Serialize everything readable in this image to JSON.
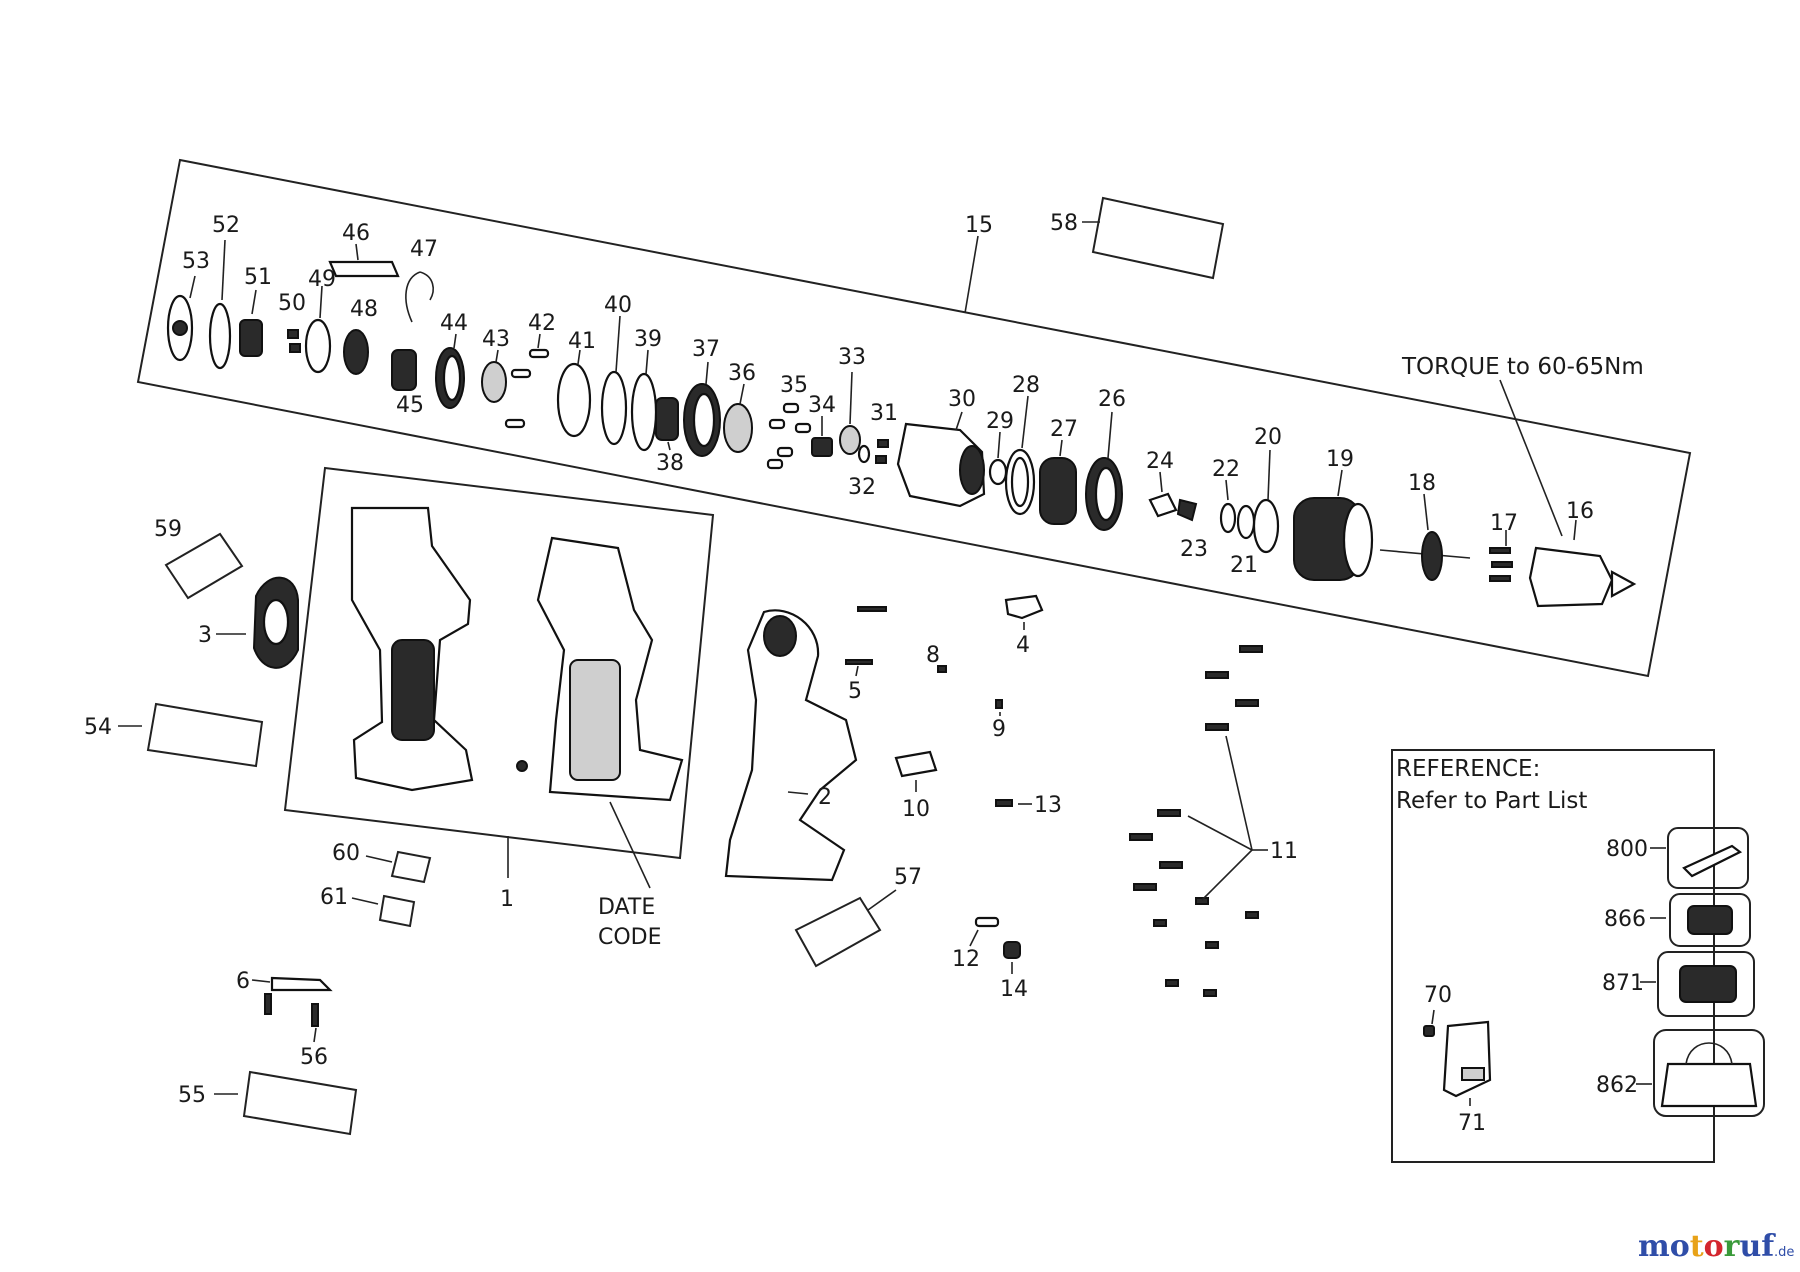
{
  "diagram": {
    "torque_note": "TORQUE to 60-65Nm",
    "date_code_line1": "DATE",
    "date_code_line2": "CODE",
    "reference_title": "REFERENCE:",
    "reference_subtitle": "Refer to Part List",
    "labels": {
      "p1": "1",
      "p2": "2",
      "p3": "3",
      "p4": "4",
      "p5": "5",
      "p6": "6",
      "p8": "8",
      "p9": "9",
      "p10": "10",
      "p11": "11",
      "p12": "12",
      "p13": "13",
      "p14": "14",
      "p15": "15",
      "p16": "16",
      "p17": "17",
      "p18": "18",
      "p19": "19",
      "p20": "20",
      "p21": "21",
      "p22": "22",
      "p23": "23",
      "p24": "24",
      "p26": "26",
      "p27": "27",
      "p28": "28",
      "p29": "29",
      "p30": "30",
      "p31": "31",
      "p32": "32",
      "p33": "33",
      "p34": "34",
      "p35": "35",
      "p36": "36",
      "p37": "37",
      "p38": "38",
      "p39": "39",
      "p40": "40",
      "p41": "41",
      "p42": "42",
      "p43": "43",
      "p44": "44",
      "p45": "45",
      "p46": "46",
      "p47": "47",
      "p48": "48",
      "p49": "49",
      "p50": "50",
      "p51": "51",
      "p52": "52",
      "p53": "53",
      "p54": "54",
      "p55": "55",
      "p56": "56",
      "p57": "57",
      "p58": "58",
      "p59": "59",
      "p60": "60",
      "p61": "61",
      "p70": "70",
      "p71": "71",
      "p800": "800",
      "p862": "862",
      "p866": "866",
      "p871": "871"
    }
  },
  "watermark": {
    "text_main": "motoruf",
    "text_suffix": ".de",
    "colors": [
      "#2f4da8",
      "#e8a218",
      "#d3262e",
      "#3a9a3a"
    ]
  }
}
